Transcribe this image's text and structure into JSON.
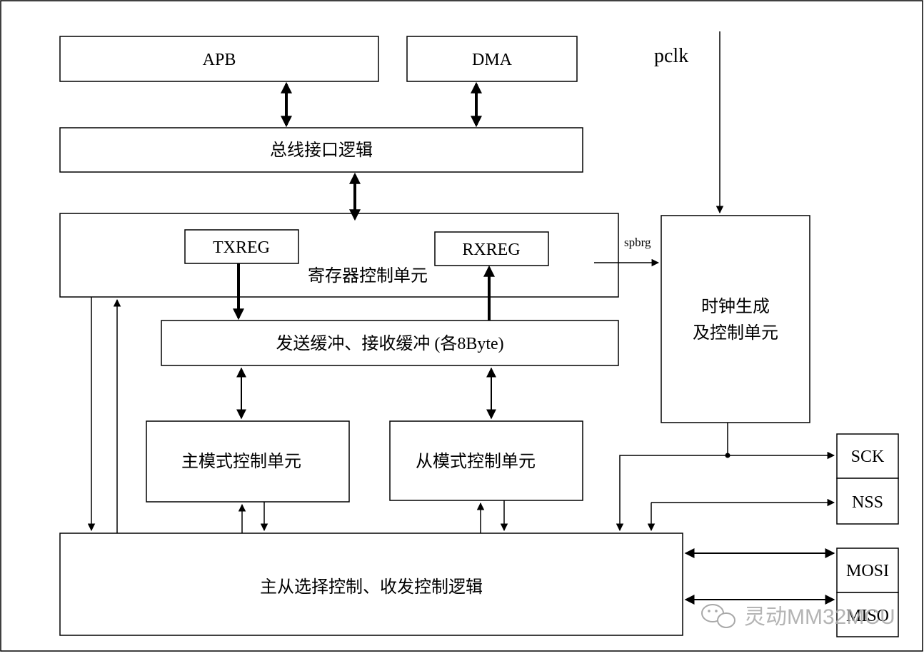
{
  "diagram": {
    "blocks": {
      "apb": "APB",
      "dma": "DMA",
      "bus_interface": "总线接口逻辑",
      "register_control": "寄存器控制单元",
      "txreg": "TXREG",
      "rxreg": "RXREG",
      "buffer": "发送缓冲、接收缓冲 (各8Byte)",
      "master_control": "主模式控制单元",
      "slave_control": "从模式控制单元",
      "master_slave_logic": "主从选择控制、收发控制逻辑",
      "clock_unit_line1": "时钟生成",
      "clock_unit_line2": "及控制单元"
    },
    "signals": {
      "pclk": "pclk",
      "spbrg": "spbrg"
    },
    "pins": {
      "sck": "SCK",
      "nss": "NSS",
      "mosi": "MOSI",
      "miso": "MISO"
    }
  },
  "watermark": {
    "text": "灵动MM32MCU",
    "icon": "wechat-icon"
  },
  "colors": {
    "line": "#000000",
    "background": "#ffffff",
    "watermark": "#b0b0b0"
  }
}
